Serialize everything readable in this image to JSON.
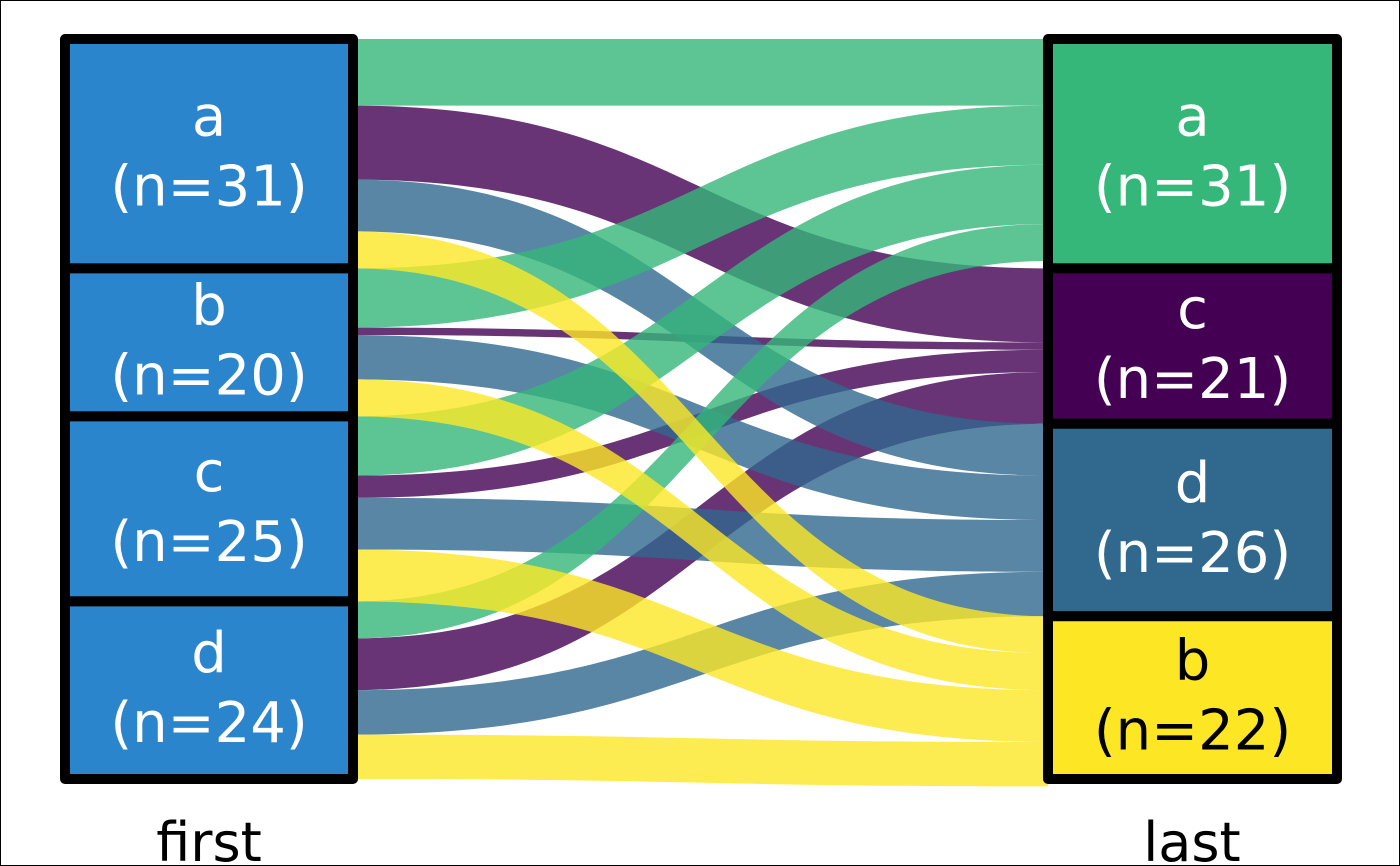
{
  "chart_data": {
    "type": "alluvial",
    "axes": [
      "first",
      "last"
    ],
    "first_strata": [
      {
        "key": "a",
        "label": "a",
        "count_label": "(n=31)",
        "count": 31,
        "color": "#2B85CC",
        "text_color": "#ffffff"
      },
      {
        "key": "b",
        "label": "b",
        "count_label": "(n=20)",
        "count": 20,
        "color": "#2B85CC",
        "text_color": "#ffffff"
      },
      {
        "key": "c",
        "label": "c",
        "count_label": "(n=25)",
        "count": 25,
        "color": "#2B85CC",
        "text_color": "#ffffff"
      },
      {
        "key": "d",
        "label": "d",
        "count_label": "(n=24)",
        "count": 24,
        "color": "#2B85CC",
        "text_color": "#ffffff"
      }
    ],
    "last_strata": [
      {
        "key": "a",
        "label": "a",
        "count_label": "(n=31)",
        "count": 31,
        "color": "#35B779",
        "text_color": "#ffffff"
      },
      {
        "key": "c",
        "label": "c",
        "count_label": "(n=21)",
        "count": 21,
        "color": "#440154",
        "text_color": "#ffffff"
      },
      {
        "key": "d",
        "label": "d",
        "count_label": "(n=26)",
        "count": 26,
        "color": "#31688E",
        "text_color": "#ffffff"
      },
      {
        "key": "b",
        "label": "b",
        "count_label": "(n=22)",
        "count": 22,
        "color": "#FDE725",
        "text_color": "#000000"
      }
    ],
    "flow_colors": {
      "a": "#35B779",
      "b": "#FDE725",
      "c": "#440154",
      "d": "#31688E"
    },
    "flows": [
      {
        "from": "a",
        "to": "a",
        "value": 9
      },
      {
        "from": "a",
        "to": "c",
        "value": 10
      },
      {
        "from": "a",
        "to": "d",
        "value": 7
      },
      {
        "from": "a",
        "to": "b",
        "value": 5
      },
      {
        "from": "b",
        "to": "a",
        "value": 8
      },
      {
        "from": "b",
        "to": "c",
        "value": 1
      },
      {
        "from": "b",
        "to": "d",
        "value": 6
      },
      {
        "from": "b",
        "to": "b",
        "value": 5
      },
      {
        "from": "c",
        "to": "a",
        "value": 8
      },
      {
        "from": "c",
        "to": "c",
        "value": 3
      },
      {
        "from": "c",
        "to": "d",
        "value": 7
      },
      {
        "from": "c",
        "to": "b",
        "value": 7
      },
      {
        "from": "d",
        "to": "a",
        "value": 5
      },
      {
        "from": "d",
        "to": "c",
        "value": 7
      },
      {
        "from": "d",
        "to": "d",
        "value": 6
      },
      {
        "from": "d",
        "to": "b",
        "value": 6
      }
    ],
    "flow_draw_order": [
      "c",
      "d",
      "a",
      "b"
    ]
  }
}
